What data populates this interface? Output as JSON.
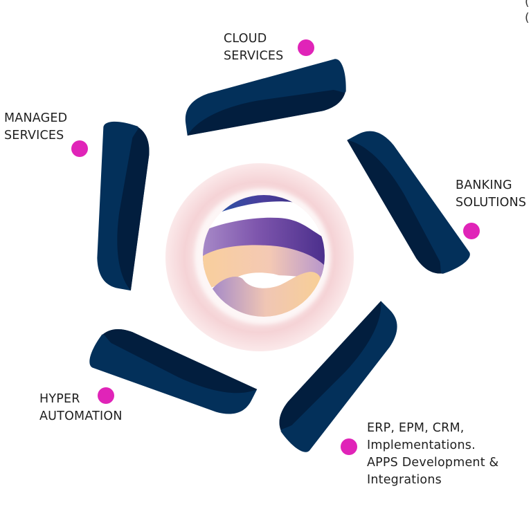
{
  "diagram": {
    "type": "radial-service-wheel",
    "center_logo": {
      "icon": "brand-e-logo-icon"
    },
    "colors": {
      "petal": "#03305a",
      "petal_shadow": "#021b3a",
      "dot": "#e024b8",
      "text": "#1f1f1f",
      "halo": "#f6d6d9"
    },
    "services": [
      {
        "id": "cloud",
        "lines": [
          "CLOUD",
          "SERVICES"
        ]
      },
      {
        "id": "banking",
        "lines": [
          "BANKING",
          "SOLUTIONS"
        ]
      },
      {
        "id": "erp",
        "lines": [
          "ERP, EPM, CRM,",
          "Implementations.",
          "APPS Development &",
          "Integrations"
        ]
      },
      {
        "id": "hyper",
        "lines": [
          "HYPER",
          "AUTOMATION"
        ]
      },
      {
        "id": "managed",
        "lines": [
          "MANAGED",
          "SERVICES"
        ]
      }
    ],
    "cropped_edge_text": [
      "(",
      "("
    ]
  }
}
